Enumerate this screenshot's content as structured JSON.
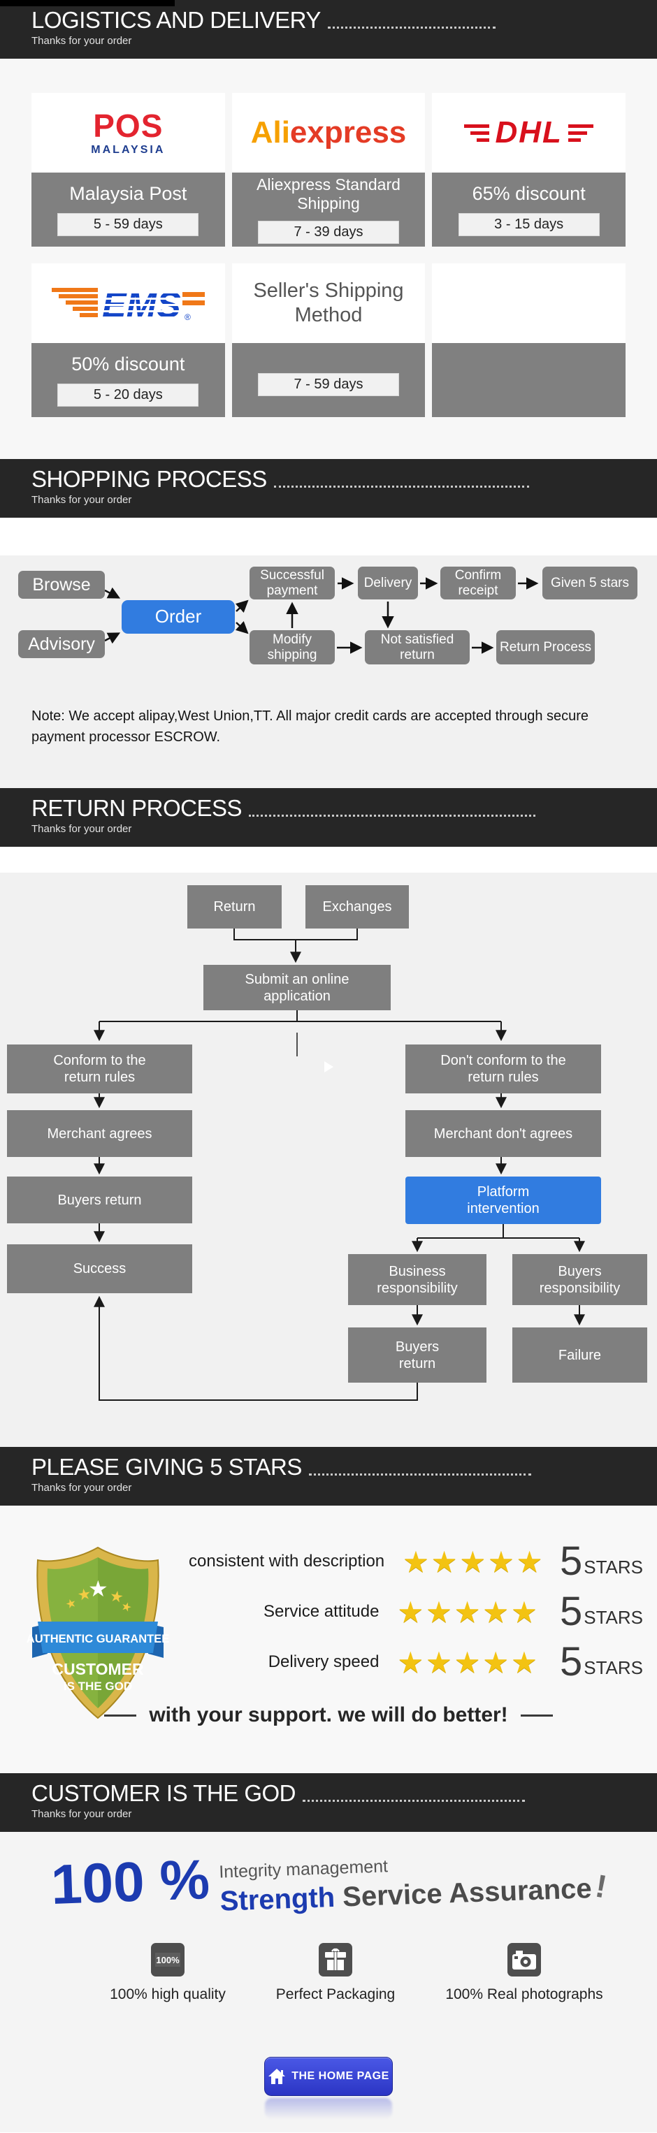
{
  "colors": {
    "bar_bg": "#262626",
    "page_bg": "#f1f1f1",
    "box_grey": "#7f7f7f",
    "accent_blue": "#317ce0",
    "star_gold": "#f3c312",
    "button_blue": "#2b35c4"
  },
  "headers": {
    "logistics": {
      "title": "LOGISTICS AND DELIVERY",
      "subtitle": "Thanks for your order"
    },
    "shopping": {
      "title": "SHOPPING PROCESS",
      "subtitle": "Thanks for your order"
    },
    "return": {
      "title": "RETURN PROCESS",
      "subtitle": "Thanks for your order"
    },
    "stars": {
      "title": "PLEASE GIVING 5 STARS",
      "subtitle": "Thanks for your order"
    },
    "customer": {
      "title": "CUSTOMER IS THE GOD",
      "subtitle": "Thanks for your order"
    }
  },
  "logistics": {
    "row1": [
      {
        "logo_primary": "POS",
        "logo_secondary": "MALAYSIA",
        "name": "Malaysia Post",
        "days": "5 - 59 days"
      },
      {
        "logo_primary": "Ali",
        "logo_secondary": "express",
        "name": "Aliexpress Standard Shipping",
        "days": "7 - 39 days"
      },
      {
        "logo_primary": "DHL",
        "name": "65% discount",
        "days": "3 - 15 days"
      }
    ],
    "row2": [
      {
        "logo_primary": "EMS",
        "name": "50% discount",
        "days": "5 - 20 days"
      },
      {
        "logo_text": "Seller's Shipping Method",
        "days": "7 - 59 days"
      }
    ]
  },
  "shopping_flow": {
    "browse": "Browse",
    "advisory": "Advisory",
    "order": "Order",
    "successful_payment": "Successful payment",
    "delivery": "Delivery",
    "confirm_receipt": "Confirm receipt",
    "given_5_stars": "Given 5 stars",
    "modify_shipping": "Modify shipping",
    "not_satisfied_return": "Not satisfied return",
    "return_process": "Return Process",
    "note": "Note: We accept alipay,West Union,TT. All major credit cards are accepted through secure payment processor ESCROW."
  },
  "return_flow": {
    "return": "Return",
    "exchanges": "Exchanges",
    "submit": "Submit an online application",
    "conform": "Conform to the return rules",
    "dont_conform": "Don't conform to the return rules",
    "merchant_agrees": "Merchant agrees",
    "merchant_dont_agrees": "Merchant don't agrees",
    "buyers_return": "Buyers return",
    "platform": "Platform intervention",
    "success": "Success",
    "business_responsibility": "Business responsibility",
    "buyers_responsibility": "Buyers responsibility",
    "buyers_return2": "Buyers return",
    "failure": "Failure"
  },
  "stars_section": {
    "badge": {
      "ribbon": "AUTHENTIC GUARANTEE",
      "line1": "CUSTOMER",
      "line2": "IS THE GOD"
    },
    "rows": [
      {
        "label": "consistent with description",
        "stars": "★★★★★",
        "score": "5",
        "unit": "STARS"
      },
      {
        "label": "Service attitude",
        "stars": "★★★★★",
        "score": "5",
        "unit": "STARS"
      },
      {
        "label": "Delivery speed",
        "stars": "★★★★★",
        "score": "5",
        "unit": "STARS"
      }
    ],
    "support": "with your support. we will do better!"
  },
  "customer_section": {
    "percent": "100 %",
    "integrity": "Integrity management",
    "strength": "Strength",
    "assurance": "Service Assurance",
    "bang": "!",
    "features": [
      {
        "icon": "badge-100-icon",
        "icon_text": "100%",
        "label": "100% high quality"
      },
      {
        "icon": "gift-icon",
        "label": "Perfect Packaging"
      },
      {
        "icon": "camera-icon",
        "label": "100% Real photographs"
      }
    ],
    "home_button": "THE HOME PAGE"
  }
}
